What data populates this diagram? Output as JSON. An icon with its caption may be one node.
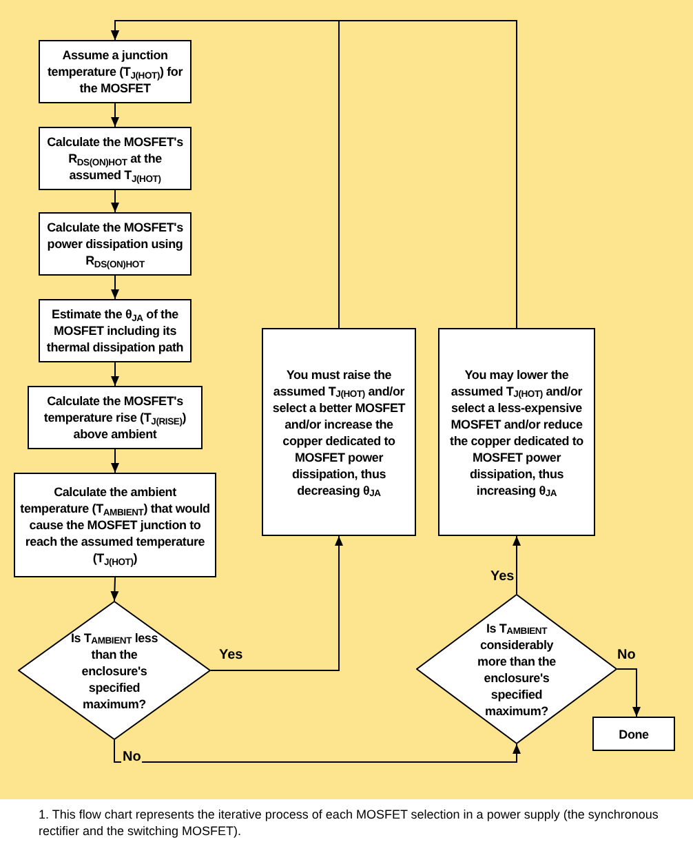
{
  "diagram": {
    "caption": "1. This flow chart represents the iterative process of each MOSFET selection in a power supply (the synchronous rectifier and the switching MOSFET).",
    "nodes": [
      {
        "text": [
          "Assume a junction temperature (T$_{J(HOT)}$) for the MOSFET"
        ]
      },
      {
        "text": [
          "Calculate the MOSFET's R$_{DS(ON)HOT}$ at the assumed T$_{J(HOT)}$"
        ]
      },
      {
        "text": [
          "Calculate the MOSFET's power dissipation using R$_{DS(ON)HOT}$"
        ]
      },
      {
        "text": [
          "Estimate the θ$_{JA}$ of the MOSFET including its thermal dissipation path"
        ]
      },
      {
        "text": [
          "Calculate the MOSFET's temperature rise (T$_{J(RISE)}$) above ambient"
        ]
      },
      {
        "text": [
          "Calculate the ambient temperature (T$_{AMBIENT}$) that would cause the MOSFET junction to reach the assumed temperature (T$_{J(HOT)}$)"
        ]
      },
      {
        "text": [
          "Is T$_{AMBIENT}$ less than the enclosure's specified maximum?"
        ]
      },
      {
        "text": [
          "You must raise the assumed T$_{J(HOT)}$ and/or select a better MOSFET and/or increase the copper dedicated to MOSFET power dissipation, thus decreasing θ$_{JA}$"
        ]
      },
      {
        "text": [
          "You may lower the assumed T$_{J(HOT)}$ and/or select a less-expensive MOSFET and/or reduce the copper dedicated to MOSFET power dissipation, thus increasing θ$_{JA}$"
        ]
      },
      {
        "text": [
          "Is T$_{AMBIENT}$ considerably more than the enclosure's specified maximum?"
        ]
      },
      {
        "text": [
          "Done"
        ]
      }
    ],
    "edges": [
      {
        "from": 0,
        "to": 1,
        "arrow": "to"
      },
      {
        "from": 1,
        "to": 2,
        "arrow": "to"
      },
      {
        "from": 2,
        "to": 3,
        "arrow": "to"
      },
      {
        "from": 3,
        "to": 4,
        "arrow": "to"
      },
      {
        "from": 4,
        "to": 5,
        "arrow": "to"
      },
      {
        "from": 5,
        "to": 6,
        "arrow": "to"
      },
      {
        "from": 6,
        "to": 7,
        "arrow": "to",
        "label": "Yes"
      },
      {
        "from": 6,
        "to": 9,
        "arrow": "to",
        "label": "No"
      },
      {
        "from": 9,
        "to": 8,
        "arrow": "to",
        "label": "Yes"
      },
      {
        "from": 9,
        "to": 10,
        "arrow": "to",
        "label": "No"
      },
      {
        "from": 7,
        "to": 0,
        "arrow": "to"
      },
      {
        "from": 8,
        "to": 0,
        "arrow": "to"
      }
    ]
  }
}
